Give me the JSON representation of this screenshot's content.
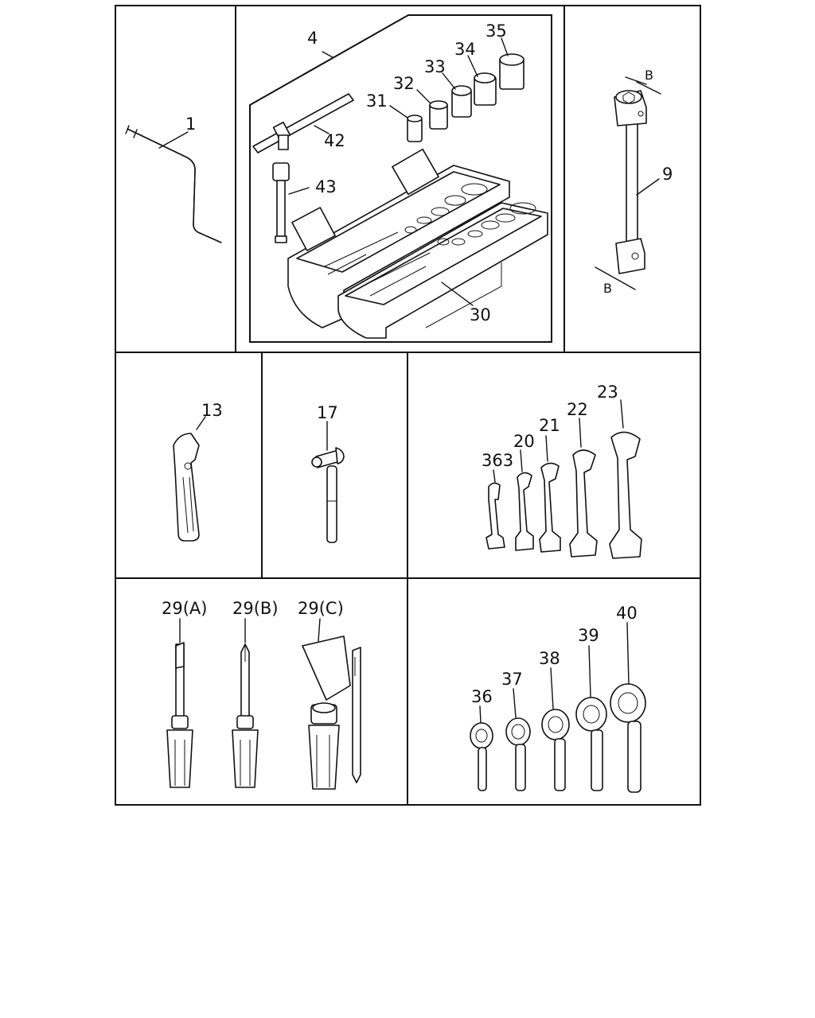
{
  "colors": {
    "line": "#111111",
    "background": "#ffffff"
  },
  "labels": {
    "p1": "1",
    "p4": "4",
    "p9": "9",
    "p13": "13",
    "p17": "17",
    "p20": "20",
    "p21": "21",
    "p22": "22",
    "p23": "23",
    "p29a": "29(A)",
    "p29b": "29(B)",
    "p29c": "29(C)",
    "p30": "30",
    "p31": "31",
    "p32": "32",
    "p33": "33",
    "p34": "34",
    "p35": "35",
    "p36": "36",
    "p363": "363",
    "p37": "37",
    "p38": "38",
    "p39": "39",
    "p40": "40",
    "p42": "42",
    "p43": "43",
    "dimB_top": "B",
    "dimB_bottom": "B"
  }
}
